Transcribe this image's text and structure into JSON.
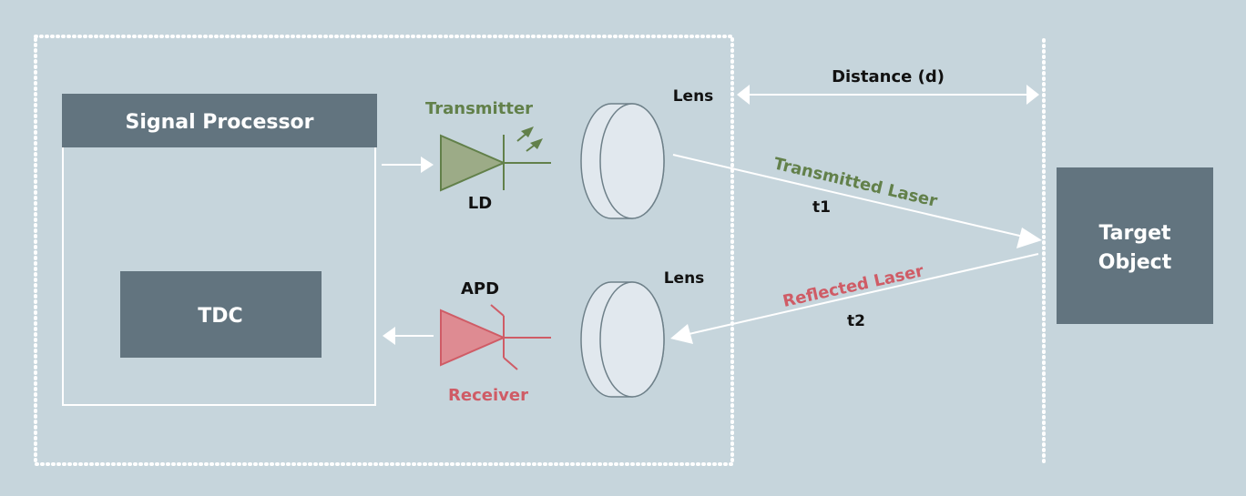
{
  "colors": {
    "background": "#c6d5dc",
    "box_fill": "#62747f",
    "box_text": "#ffffff",
    "line": "#ffffff",
    "transmitter": "#62804a",
    "transmitter_fill": "#9cab87",
    "receiver": "#cf5c66",
    "receiver_fill": "#de8b92",
    "lens_fill": "#e1e8ee",
    "lens_stroke": "#6e8089",
    "label": "#111111"
  },
  "signal_processor": {
    "title": "Signal Processor",
    "tdc_label": "TDC"
  },
  "transmitter": {
    "title": "Transmitter",
    "component": "LD"
  },
  "receiver": {
    "title": "Receiver",
    "component": "APD"
  },
  "lenses": {
    "top_label": "Lens",
    "bottom_label": "Lens"
  },
  "distance": {
    "label": "Distance (d)"
  },
  "beams": {
    "transmitted": {
      "label": "Transmitted Laser",
      "time": "t1"
    },
    "reflected": {
      "label": "Reflected Laser",
      "time": "t2"
    }
  },
  "target": {
    "line1": "Target",
    "line2": "Object"
  }
}
